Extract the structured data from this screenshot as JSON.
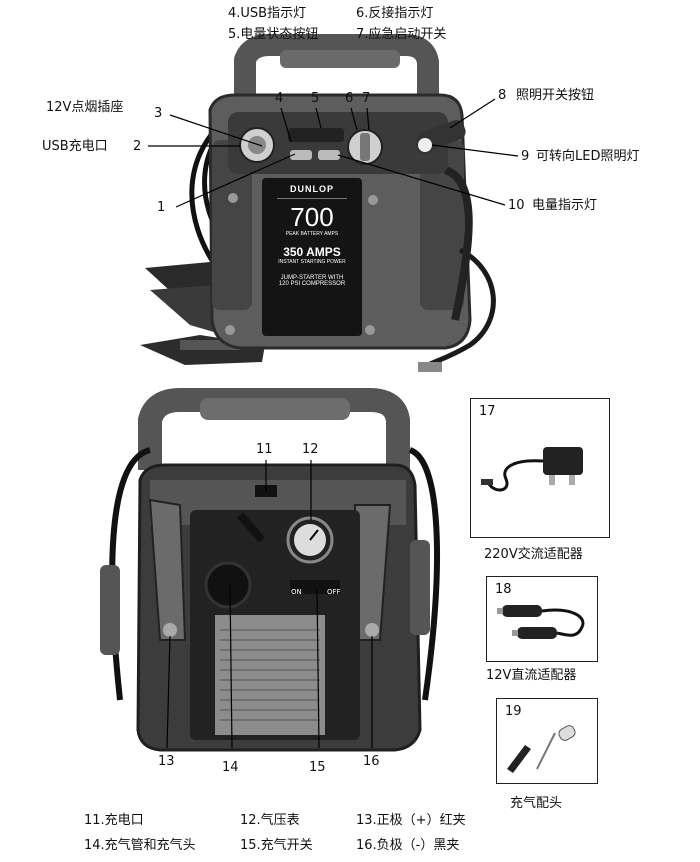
{
  "top_labels": {
    "usb_indicator": "4.USB指示灯",
    "reverse_indicator": "6.反接指示灯",
    "battery_status_button": "5.电量状态按钮",
    "emergency_start_switch": "7.应急启动开关"
  },
  "left_callouts": {
    "lighter_socket": "12V点烟插座",
    "usb_port": "USB充电口"
  },
  "right_callouts": {
    "light_switch": "照明开关按钮",
    "led_light": "可转向LED照明灯",
    "power_indicator": "电量指示灯"
  },
  "numbers": {
    "n1": "1",
    "n2": "2",
    "n3": "3",
    "n4": "4",
    "n5": "5",
    "n6": "6",
    "n7": "7",
    "n8": "8",
    "n9": "9",
    "n10": "10",
    "n11": "11",
    "n12": "12",
    "n13": "13",
    "n14": "14",
    "n15": "15",
    "n16": "16"
  },
  "device_panel": {
    "brand": "DUNLOP",
    "peak_value": "700",
    "peak_text": "PEAK BATTERY AMPS",
    "amps": "350 AMPS",
    "instant_text": "INSTANT STARTING POWER",
    "line1": "JUMP-STARTER WITH",
    "line2": "120 PSI COMPRESSOR"
  },
  "back_panel": {
    "switch_on": "ON",
    "switch_off": "OFF"
  },
  "accessories": [
    {
      "num": "17",
      "caption": "220V交流适配器"
    },
    {
      "num": "18",
      "caption": "12V直流适配器"
    },
    {
      "num": "19",
      "caption": "充气配头"
    }
  ],
  "legend": {
    "l11": "11.充电口",
    "l12": "12.气压表",
    "l13": "13.正极（+）红夹",
    "l14": "14.充气管和充气头",
    "l15": "15.充气开关",
    "l16": "16.负极（-）黑夹"
  }
}
